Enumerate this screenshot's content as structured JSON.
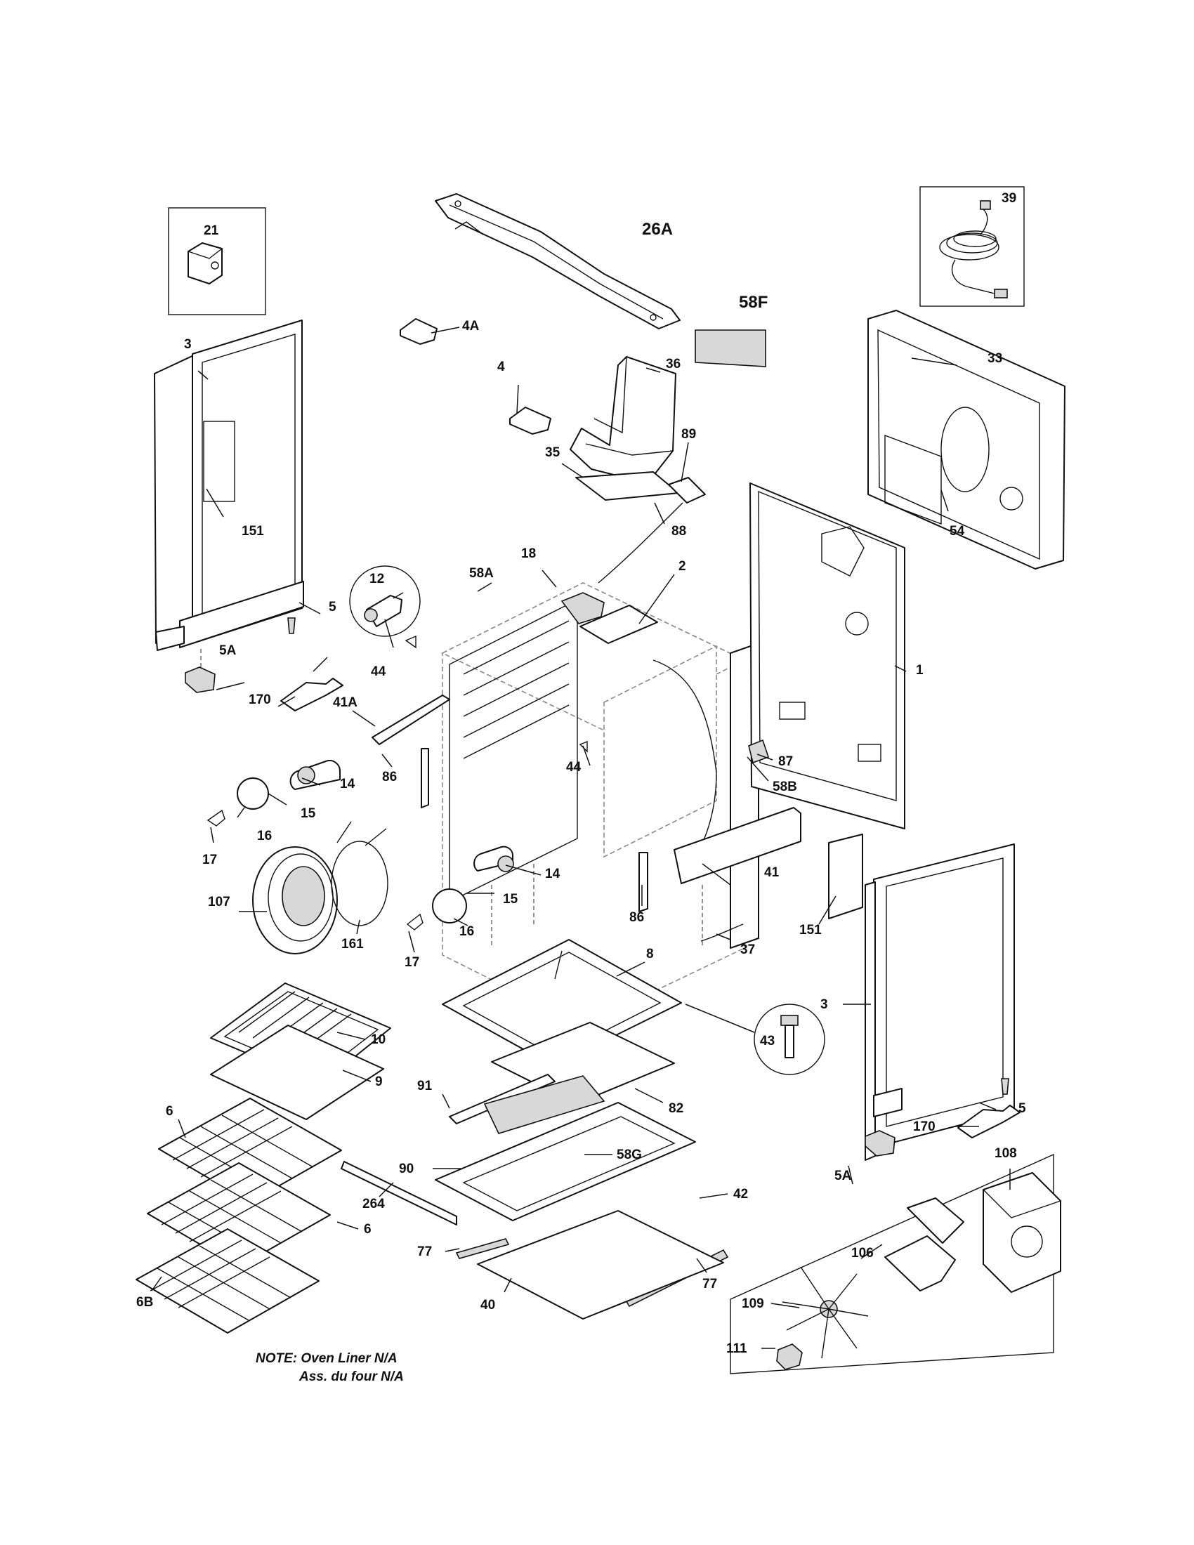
{
  "labels": {
    "p21": "21",
    "p26A": "26A",
    "p39": "39",
    "p4A": "4A",
    "p58F": "58F",
    "p3_left": "3",
    "p33": "33",
    "p4": "4",
    "p36": "36",
    "p35": "35",
    "p89": "89",
    "p151_left": "151",
    "p88": "88",
    "p12": "12",
    "p18": "18",
    "p58A": "58A",
    "p2": "2",
    "p54": "54",
    "p5_left": "5",
    "p5A_left": "5A",
    "p44_left": "44",
    "p1": "1",
    "p170_left": "170",
    "p41A": "41A",
    "p86_left": "86",
    "p44_mid": "44",
    "p87": "87",
    "p58B": "58B",
    "p14_top": "14",
    "p15_top": "15",
    "p16_left": "16",
    "p17_left": "17",
    "p14_low": "14",
    "p41": "41",
    "p107": "107",
    "p161": "161",
    "p15_low": "15",
    "p86_mid": "86",
    "p151_right": "151",
    "p16_low": "16",
    "p37": "37",
    "p17_low": "17",
    "p8": "8",
    "p3_right": "3",
    "p43": "43",
    "p10": "10",
    "p9": "9",
    "p82": "82",
    "p91": "91",
    "p6_top": "6",
    "p58G": "58G",
    "p5_right": "5",
    "p170_right": "170",
    "p108": "108",
    "p90": "90",
    "p42": "42",
    "p5A_right": "5A",
    "p264": "264",
    "p6_mid": "6",
    "p106": "106",
    "p77_left": "77",
    "p77_right": "77",
    "p109": "109",
    "p40": "40",
    "p6B": "6B",
    "p111": "111"
  },
  "note": {
    "line1": "NOTE: Oven Liner N/A",
    "line2": "Ass. du four N/A"
  }
}
